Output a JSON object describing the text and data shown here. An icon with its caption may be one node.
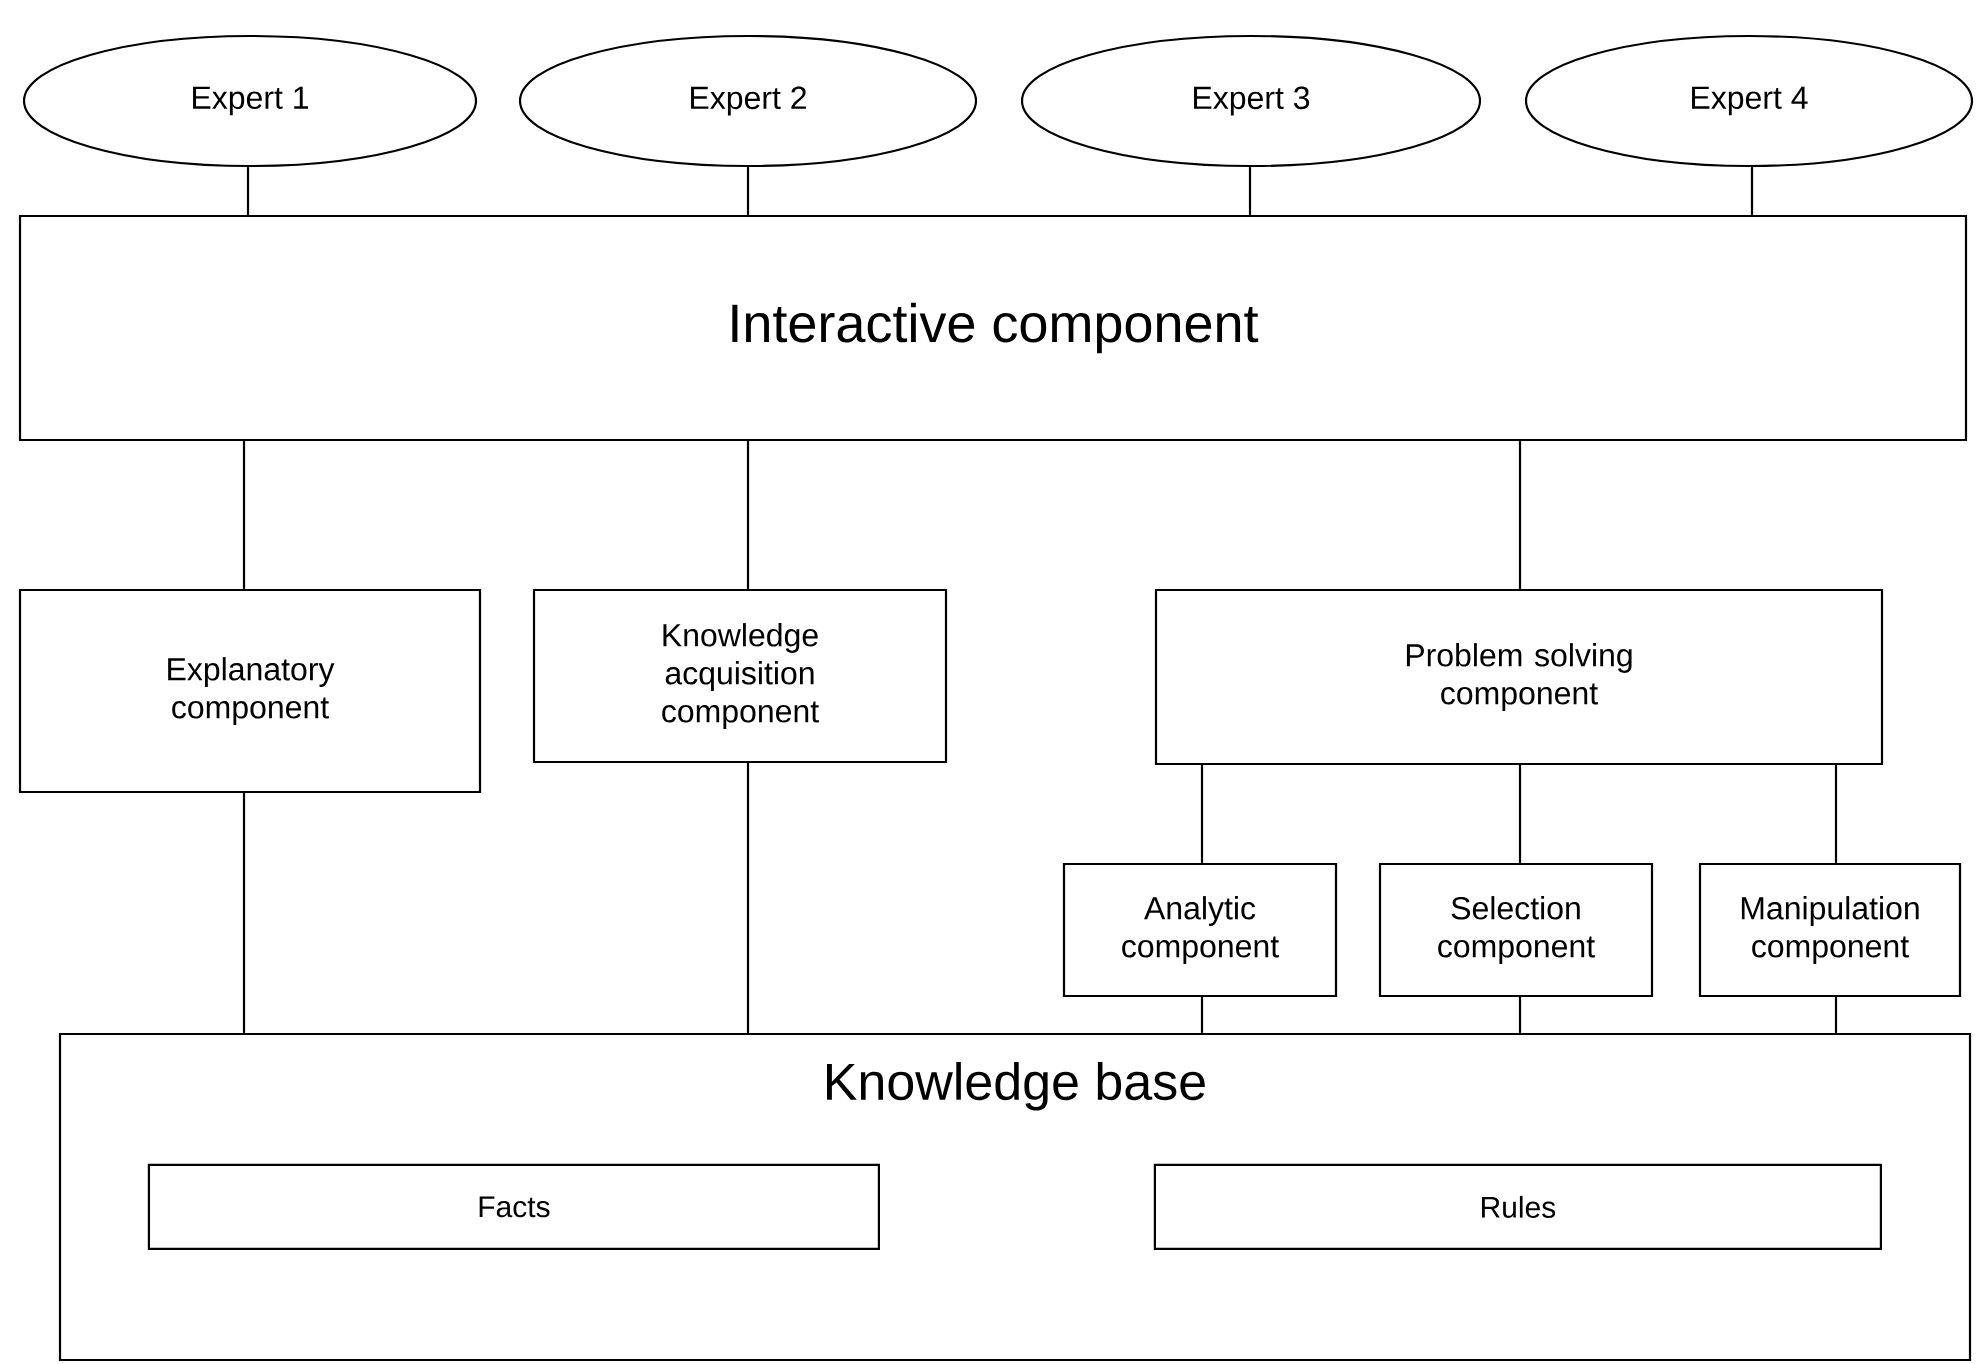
{
  "diagram": {
    "nodes": [
      {
        "text": [
          "Expert 1"
        ]
      },
      {
        "text": [
          "Expert 2"
        ]
      },
      {
        "text": [
          "Expert 3"
        ]
      },
      {
        "text": [
          "Expert 4"
        ]
      },
      {
        "text": [
          "Interactive component"
        ]
      },
      {
        "text": [
          "Explanatory component"
        ]
      },
      {
        "text": [
          "Knowledge acquisition component"
        ]
      },
      {
        "text": [
          "Problem solving component"
        ]
      },
      {
        "text": [
          "Analytic component"
        ]
      },
      {
        "text": [
          "Selection component"
        ]
      },
      {
        "text": [
          "Manipulation component"
        ]
      },
      {
        "text": [
          "Knowledge base"
        ]
      },
      {
        "text": [
          "Facts"
        ],
        "in": 11
      },
      {
        "text": [
          "Rules"
        ],
        "in": 11
      }
    ],
    "edges": [
      {
        "from": 0,
        "to": 4,
        "arrow": "none"
      },
      {
        "from": 1,
        "to": 4,
        "arrow": "none"
      },
      {
        "from": 2,
        "to": 4,
        "arrow": "none"
      },
      {
        "from": 3,
        "to": 4,
        "arrow": "none"
      },
      {
        "from": 4,
        "to": 5,
        "arrow": "none"
      },
      {
        "from": 4,
        "to": 6,
        "arrow": "none"
      },
      {
        "from": 4,
        "to": 7,
        "arrow": "none"
      },
      {
        "from": 5,
        "to": 11,
        "arrow": "none"
      },
      {
        "from": 6,
        "to": 11,
        "arrow": "none"
      },
      {
        "from": 7,
        "to": 8,
        "arrow": "none"
      },
      {
        "from": 7,
        "to": 9,
        "arrow": "none"
      },
      {
        "from": 7,
        "to": 10,
        "arrow": "none"
      },
      {
        "from": 8,
        "to": 11,
        "arrow": "none"
      },
      {
        "from": 9,
        "to": 11,
        "arrow": "none"
      },
      {
        "from": 10,
        "to": 11,
        "arrow": "none"
      }
    ]
  }
}
